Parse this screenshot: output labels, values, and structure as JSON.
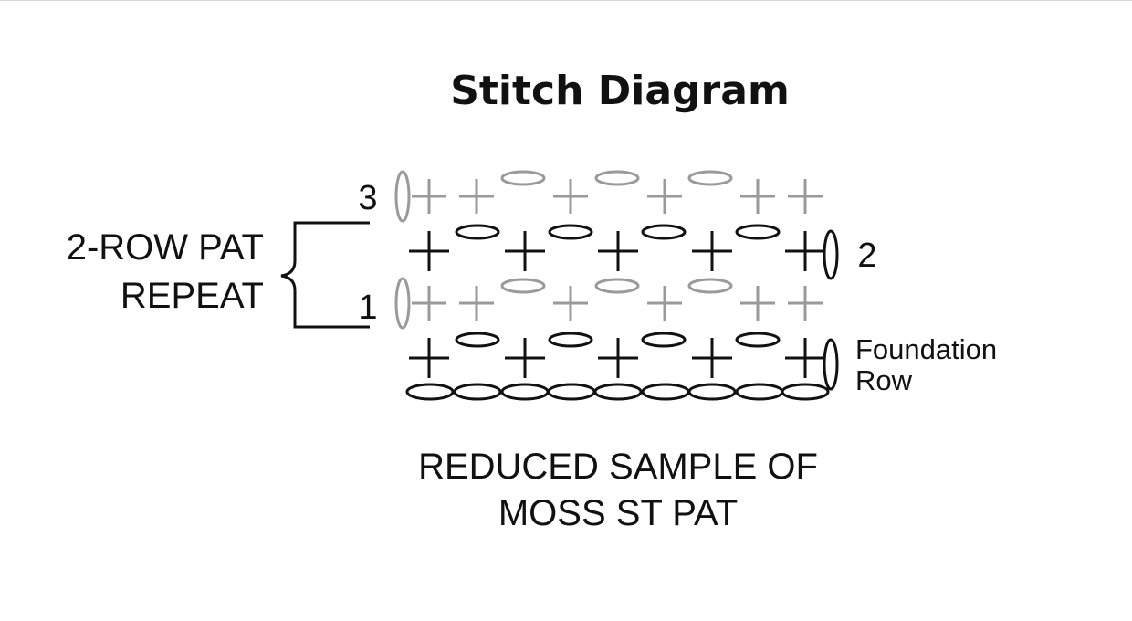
{
  "title": "Stitch Diagram",
  "repeat_label": [
    "2-ROW PAT",
    "REPEAT"
  ],
  "row_labels": {
    "row1": "1",
    "row2": "2",
    "row3": "3",
    "foundation": [
      "Foundation",
      "Row"
    ]
  },
  "caption": [
    "REDUCED SAMPLE OF",
    "MOSS ST PAT"
  ],
  "colors": {
    "ink": "#111111",
    "repeat_stitches": "#9a9a9a"
  },
  "symbols": {
    "single_crochet": "plus-sign",
    "chain": "oval"
  }
}
